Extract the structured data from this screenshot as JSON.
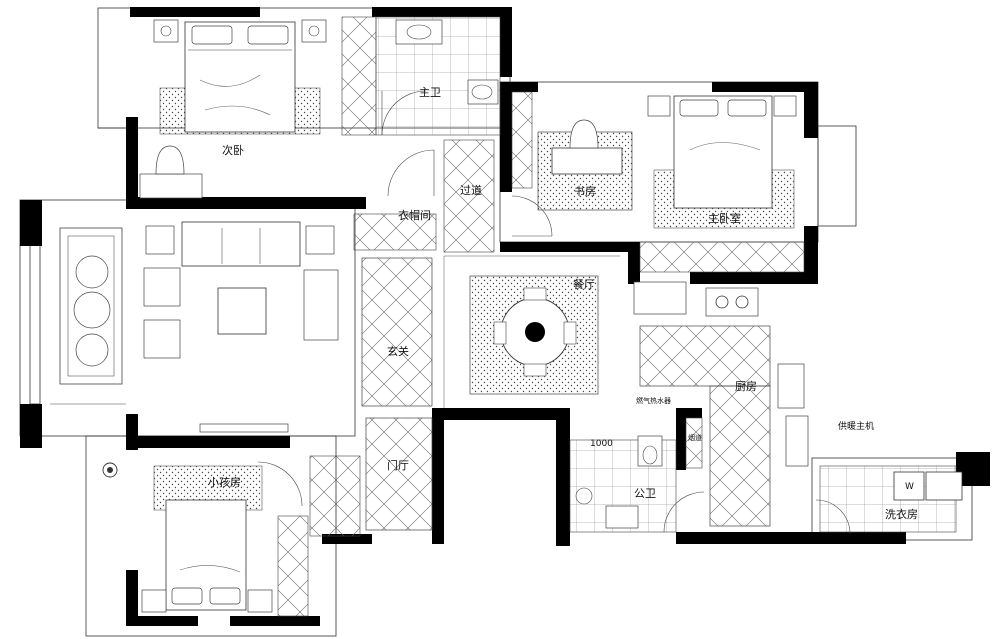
{
  "rooms": {
    "secondary_bedroom": "次卧",
    "master_bath": "主卫",
    "corridor": "过道",
    "study": "书房",
    "master_bedroom": "主卧室",
    "cloakroom": "衣帽间",
    "dining": "餐厅",
    "foyer": "玄关",
    "kitchen": "厨房",
    "entrance_hall": "门厅",
    "kids_room": "小孩房",
    "public_bath": "公卫",
    "laundry": "洗衣房"
  },
  "annotations": {
    "boiler": "供暖主机",
    "dimension": "1000",
    "small_note_1": "燃气热水器",
    "small_note_2": "烟道"
  },
  "fixtures": {
    "washer_mark": "W"
  },
  "colors": {
    "wall": "#000000",
    "line": "#333333"
  }
}
